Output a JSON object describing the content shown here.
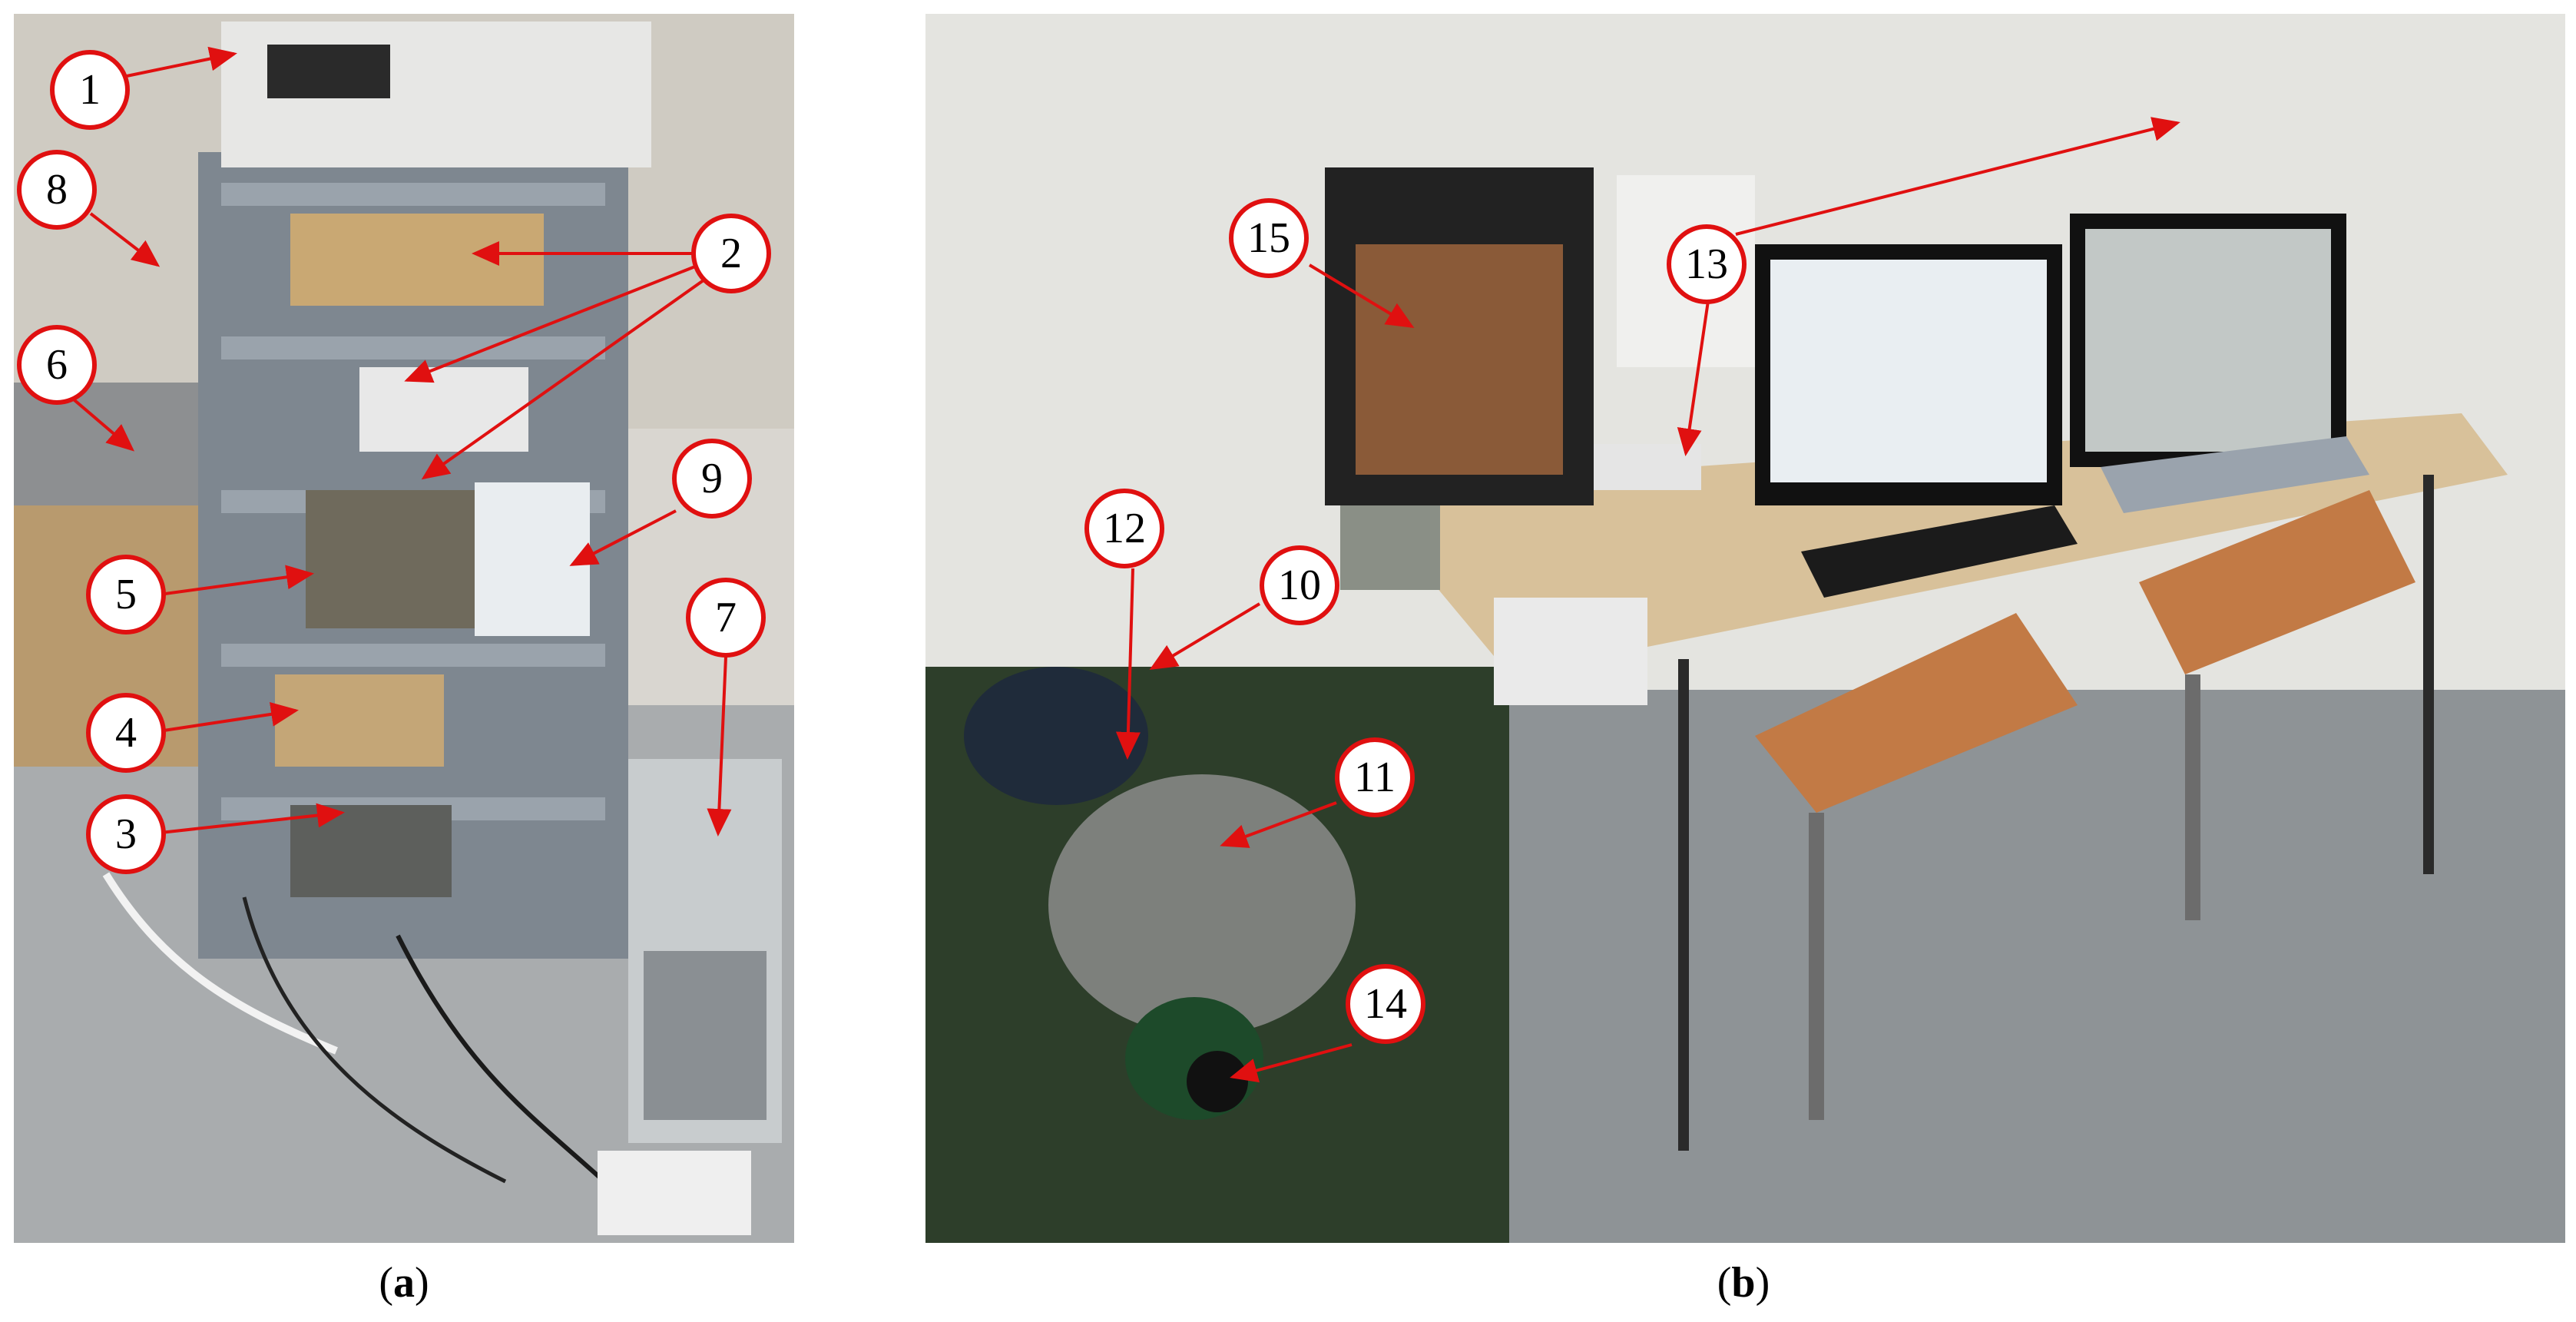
{
  "panels": {
    "a": {
      "caption_open": "(",
      "caption_letter": "a",
      "caption_close": ")"
    },
    "b": {
      "caption_open": "(",
      "caption_letter": "b",
      "caption_close": ")"
    }
  },
  "markers": {
    "m1": "1",
    "m2": "2",
    "m3": "3",
    "m4": "4",
    "m5": "5",
    "m6": "6",
    "m7": "7",
    "m8": "8",
    "m9": "9",
    "m10": "10",
    "m11": "11",
    "m12": "12",
    "m13": "13",
    "m14": "14",
    "m15": "15"
  },
  "colors": {
    "marker_border": "#e01010",
    "arrow": "#e01010"
  }
}
